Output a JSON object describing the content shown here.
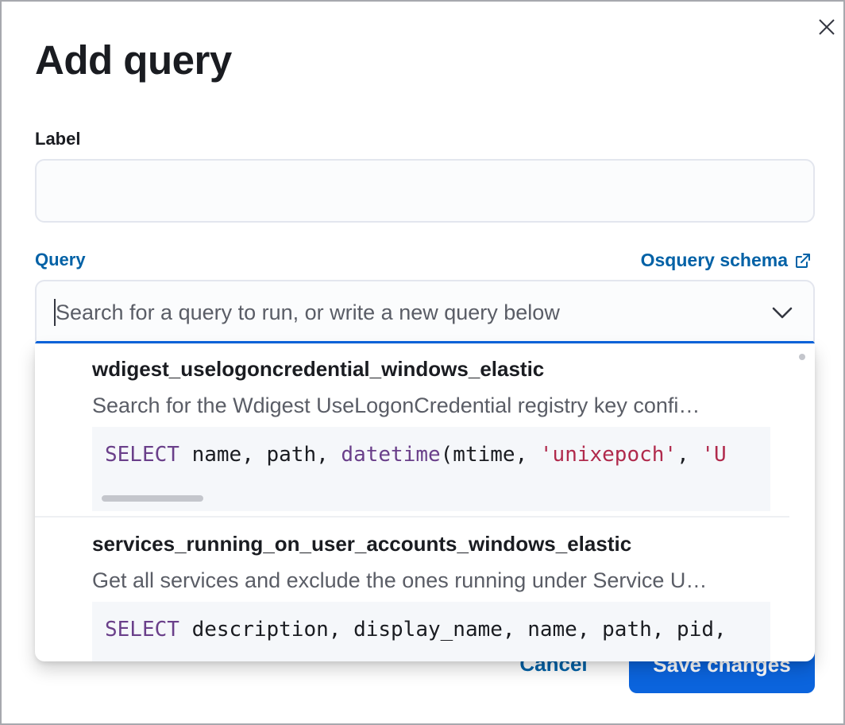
{
  "modal": {
    "title": "Add query",
    "close_icon": "close-icon"
  },
  "label_field": {
    "label": "Label",
    "value": "",
    "placeholder": ""
  },
  "query_field": {
    "label": "Query",
    "schema_link": "Osquery schema",
    "schema_link_icon": "external-link-icon",
    "placeholder": "Search for a query to run, or write a new query below",
    "toggle_icon": "chevron-down-icon"
  },
  "suggestions": [
    {
      "name": "wdigest_uselogoncredential_windows_elastic",
      "description": "Search for the Wdigest UseLogonCredential registry key confi…",
      "code": {
        "kw": "SELECT",
        "t1": " name, path, ",
        "fn": "datetime",
        "t2": "(mtime, ",
        "s1": "'unixepoch'",
        "t3": ", ",
        "s2": "'U"
      }
    },
    {
      "name": "services_running_on_user_accounts_windows_elastic",
      "description": "Get all services and exclude the ones running under Service U…",
      "code": {
        "kw": "SELECT",
        "t1": " description, display_name, name, path, pid,"
      }
    }
  ],
  "footer": {
    "cancel_label": "Cancel",
    "save_label": "Save changes"
  },
  "colors": {
    "link": "#0061a6",
    "primary": "#0b64dd",
    "keyword": "#6a3f8a",
    "string": "#b02a4c"
  }
}
